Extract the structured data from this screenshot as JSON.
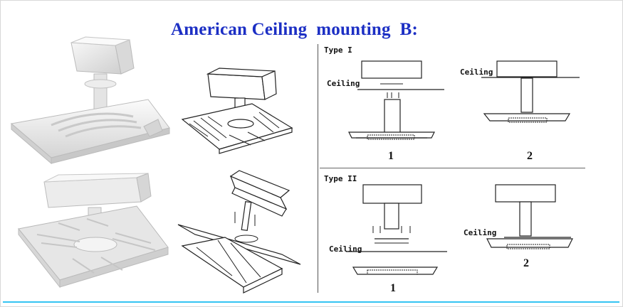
{
  "title": "American Ceiling  mounting  B:",
  "type1": {
    "heading": "Type I",
    "ceiling_label_1": "Ceiling",
    "ceiling_label_2": "Ceiling",
    "step_1": "1",
    "step_2": "2"
  },
  "type2": {
    "heading": "Type II",
    "ceiling_label_1": "Ceiling",
    "ceiling_label_2": "Ceiling",
    "step_1": "1",
    "step_2": "2"
  },
  "colors": {
    "title": "#1c2fc4",
    "accent_line": "#35c4f2",
    "drawing": "#222222"
  }
}
